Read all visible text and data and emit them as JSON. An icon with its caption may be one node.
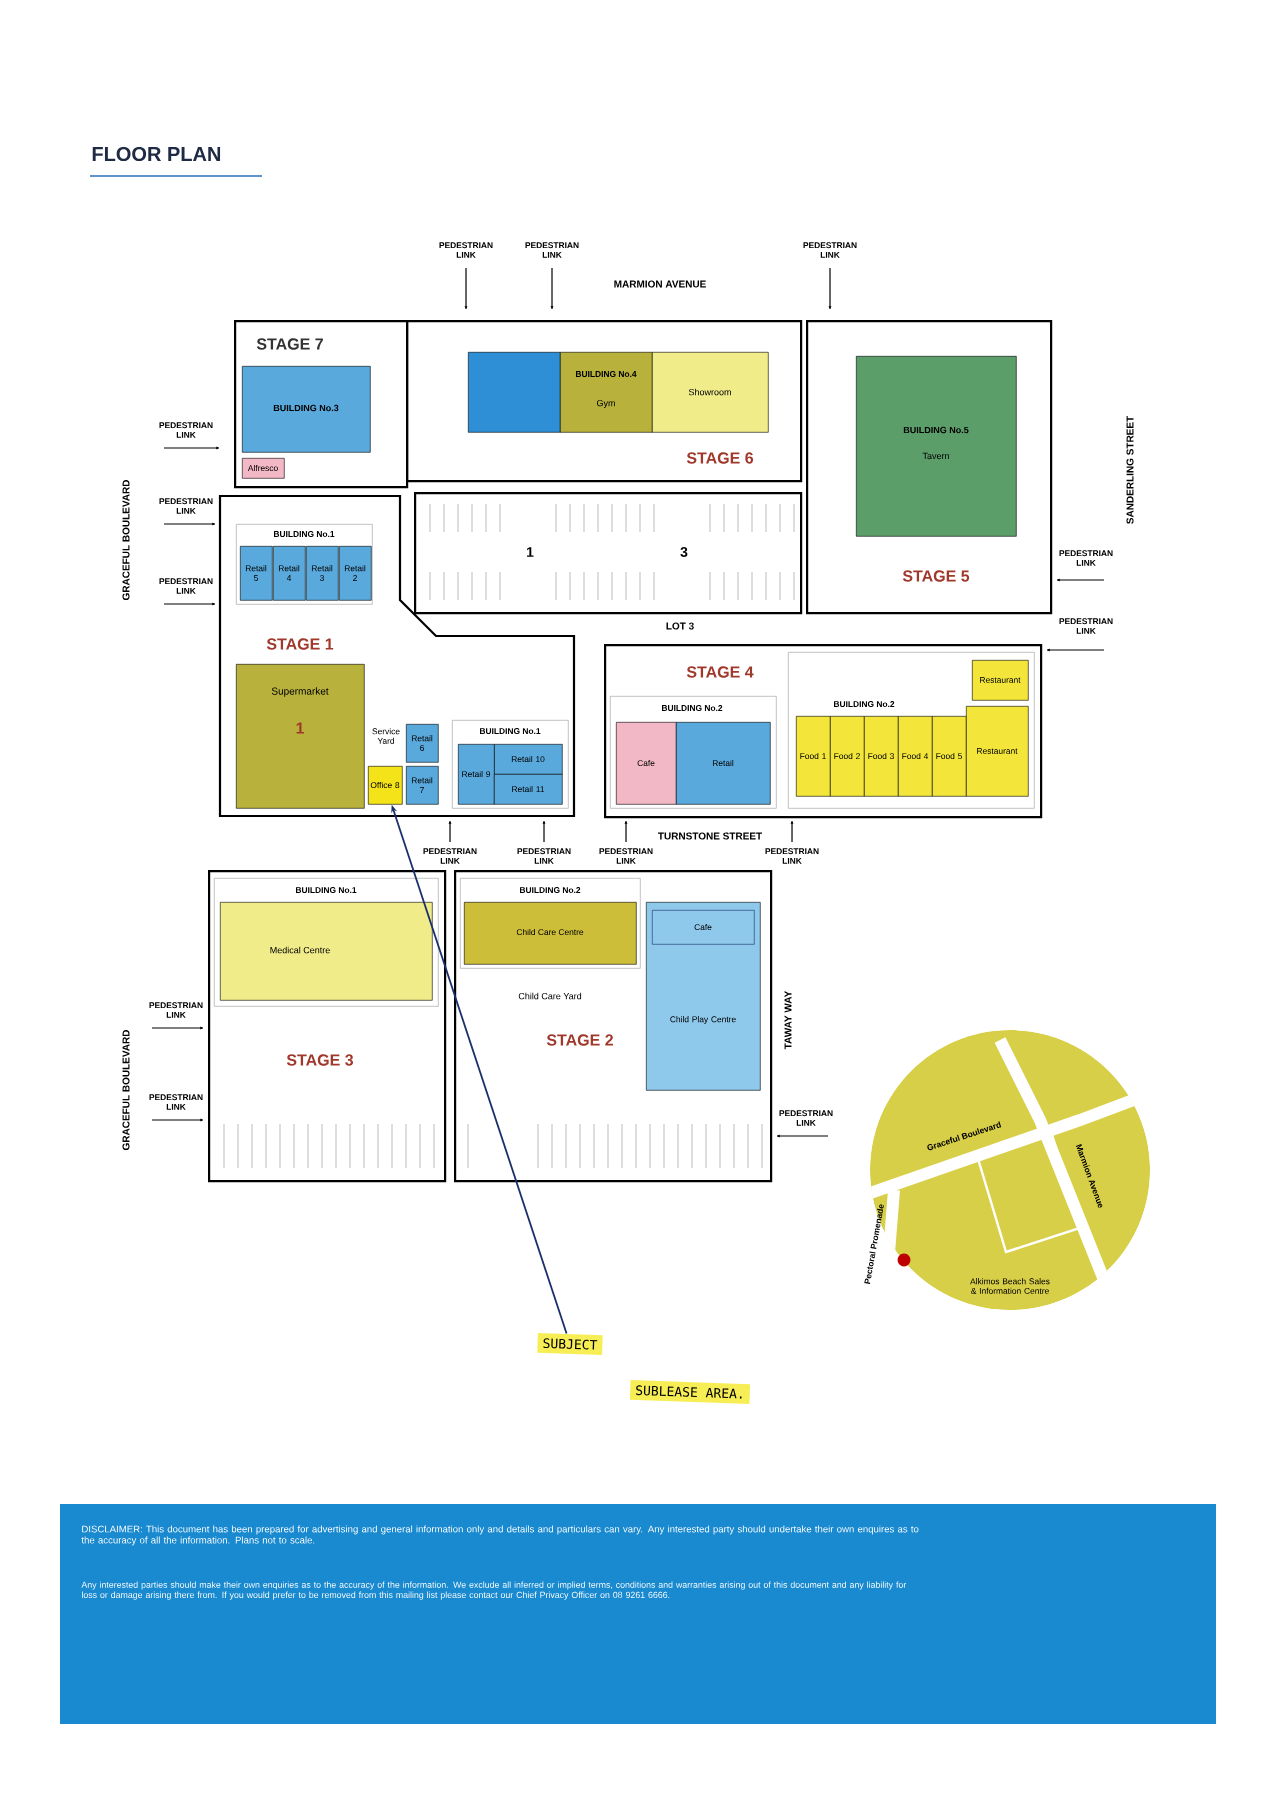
{
  "diagram": {
    "title": "FLOOR PLAN",
    "nodes": [
      {
        "text": [
          "STAGE 7"
        ]
      },
      {
        "text": [
          "BUILDING No.3"
        ],
        "in": 0
      },
      {
        "text": [
          "Alfresco"
        ],
        "in": 0
      },
      {
        "text": [
          "STAGE 6"
        ]
      },
      {
        "text": [],
        "shape": "box",
        "in": 3
      },
      {
        "text": [
          "BUILDING No.4",
          "Gym"
        ],
        "in": 3
      },
      {
        "text": [
          "Showroom"
        ],
        "in": 3
      },
      {
        "text": [
          "1",
          "3"
        ],
        "beside": [
          "LOT 3"
        ]
      },
      {
        "text": [
          "STAGE 5"
        ]
      },
      {
        "text": [
          "BUILDING No.5",
          "Tavern"
        ],
        "in": 8
      },
      {
        "text": [
          "STAGE 1"
        ]
      },
      {
        "text": [
          "BUILDING No.1"
        ],
        "in": 10
      },
      {
        "text": [
          "Retail 5"
        ],
        "in": 11
      },
      {
        "text": [
          "Retail 4"
        ],
        "in": 11
      },
      {
        "text": [
          "Retail 3"
        ],
        "in": 11
      },
      {
        "text": [
          "Retail 2"
        ],
        "in": 11
      },
      {
        "text": [
          "Supermarket",
          "1"
        ],
        "in": 10
      },
      {
        "text": [
          "Retail 6"
        ],
        "in": 10
      },
      {
        "text": [
          "Office 8"
        ],
        "in": 10
      },
      {
        "text": [
          "Retail 7"
        ],
        "in": 10
      },
      {
        "text": [
          "BUILDING No.1"
        ],
        "in": 10
      },
      {
        "text": [
          "Retail 10"
        ],
        "in": 20
      },
      {
        "text": [
          "Retail 9"
        ],
        "in": 20
      },
      {
        "text": [
          "Retail 11"
        ],
        "in": 20
      },
      {
        "text": [
          "STAGE 4"
        ]
      },
      {
        "text": [
          "BUILDING No.2"
        ],
        "in": 24
      },
      {
        "text": [
          "Cafe"
        ],
        "in": 25
      },
      {
        "text": [
          "Retail"
        ],
        "in": 25
      },
      {
        "text": [
          "BUILDING No.2"
        ],
        "in": 24
      },
      {
        "text": [
          "Food 1"
        ],
        "in": 28
      },
      {
        "text": [
          "Food 2"
        ],
        "in": 28
      },
      {
        "text": [
          "Food 3"
        ],
        "in": 28
      },
      {
        "text": [
          "Food 4"
        ],
        "in": 28
      },
      {
        "text": [
          "Food 5"
        ],
        "in": 28
      },
      {
        "text": [
          "Restaurant"
        ],
        "in": 28
      },
      {
        "text": [
          "Restaurant"
        ],
        "in": 28
      },
      {
        "text": [
          "STAGE 3"
        ]
      },
      {
        "text": [
          "BUILDING No.1"
        ],
        "in": 36
      },
      {
        "text": [
          "Medical Centre"
        ],
        "in": 37
      },
      {
        "text": [
          "STAGE 2"
        ]
      },
      {
        "text": [
          "BUILDING No.2"
        ],
        "in": 39
      },
      {
        "text": [
          "Child Care Centre"
        ],
        "in": 40
      },
      {
        "text": [
          "Child Play Centre"
        ],
        "in": 39
      },
      {
        "text": [
          "Cafe"
        ],
        "in": 42
      },
      {
        "text": [
          "SUBJECT",
          "SUBLEASE AREA."
        ]
      }
    ],
    "edges": [
      {
        "from": 44,
        "to": 18,
        "arrow": "to"
      }
    ],
    "labels": [
      "PEDESTRIAN LINK",
      "PEDESTRIAN LINK",
      "PEDESTRIAN LINK",
      "MARMION AVENUE",
      "PEDESTRIAN LINK",
      "PEDESTRIAN LINK",
      "GRACEFUL BOULEVARD",
      "SANDERLING STREET",
      "PEDESTRIAN LINK",
      "PEDESTRIAN LINK",
      "Service Yard",
      "PEDESTRIAN LINK",
      "PEDESTRIAN LINK",
      "PEDESTRIAN LINK",
      "PEDESTRIAN LINK",
      "TURNSTONE STREET",
      "PEDESTRIAN LINK",
      "Child Care Yard",
      "PEDESTRIAN LINK",
      "TAWAY WAY",
      "PEDESTRIAN LINK",
      "GRACEFUL BOULEVARD",
      "PEDESTRIAN LINK",
      "Graceful Boulevard",
      "Marmion Avenue",
      "Pectoral Promenade",
      "Alkimos Beach Sales & Information Centre",
      "DISCLAIMER: This document has been prepared for advertising and general information only and details and particulars can vary. Any interested party should undertake their own enquires as to the accuracy of all the information. Plans not to scale.",
      "Any interested parties should make their own enquiries as to the accuracy of the information. We exclude all inferred or implied terms, conditions and warranties arising out of this document and any liability for loss or damage arising there from. If you would prefer to be removed from this mailing list please contact our Chief Privacy Officer on 08 9261 6666."
    ]
  }
}
